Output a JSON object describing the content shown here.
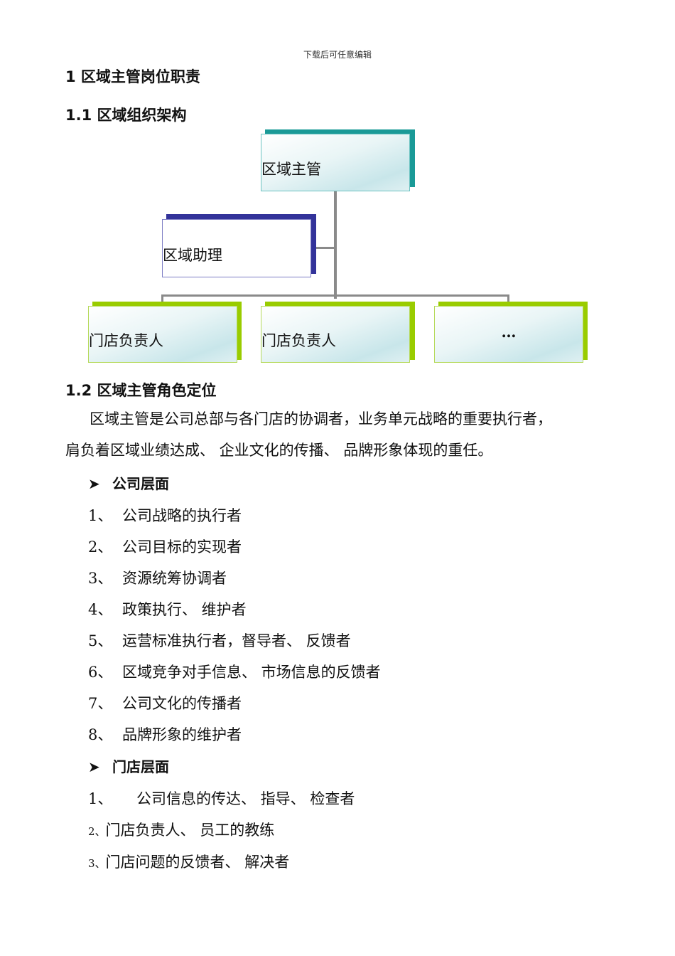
{
  "header_note": "下载后可任意编辑",
  "section1": {
    "title": "1 区域主管岗位职责"
  },
  "section1_1": {
    "title": "1.1 区域组织架构",
    "org_chart": {
      "top": {
        "label": "区域主管",
        "accent": "#1a9a97"
      },
      "assistant": {
        "label": "区域助理",
        "accent": "#33339a"
      },
      "stores": [
        {
          "label": "门店负责人",
          "accent": "#99cc00"
        },
        {
          "label": "门店负责人",
          "accent": "#99cc00"
        },
        {
          "label": "…",
          "accent": "#99cc00"
        }
      ],
      "connector_color": "#8a8a8a"
    }
  },
  "section1_2": {
    "title": "1.2 区域主管角色定位",
    "paragraph_line1": "区域主管是公司总部与各门店的协调者，业务单元战略的重要执行者，",
    "paragraph_line2": "肩负着区域业绩达成、 企业文化的传播、 品牌形象体现的重任。",
    "company_level": {
      "heading": "公司层面",
      "items": [
        {
          "num": "1、",
          "text": "公司战略的执行者"
        },
        {
          "num": "2、",
          "text": "公司目标的实现者"
        },
        {
          "num": "3、",
          "text": "资源统筹协调者"
        },
        {
          "num": "4、",
          "text": "政策执行、 维护者"
        },
        {
          "num": "5、",
          "text": "运营标准执行者，督导者、 反馈者"
        },
        {
          "num": "6、",
          "text": "区域竞争对手信息、 市场信息的反馈者"
        },
        {
          "num": "7、",
          "text": "公司文化的传播者"
        },
        {
          "num": "8、",
          "text": "品牌形象的维护者"
        }
      ]
    },
    "store_level": {
      "heading": "门店层面",
      "items": [
        {
          "num": "1、",
          "text": "公司信息的传达、 指导、 检查者"
        },
        {
          "num": "2、",
          "text": "门店负责人、 员工的教练"
        },
        {
          "num": "3、",
          "text": "门店问题的反馈者、 解决者"
        }
      ]
    },
    "bullet_icon": "arrow-right-icon"
  }
}
